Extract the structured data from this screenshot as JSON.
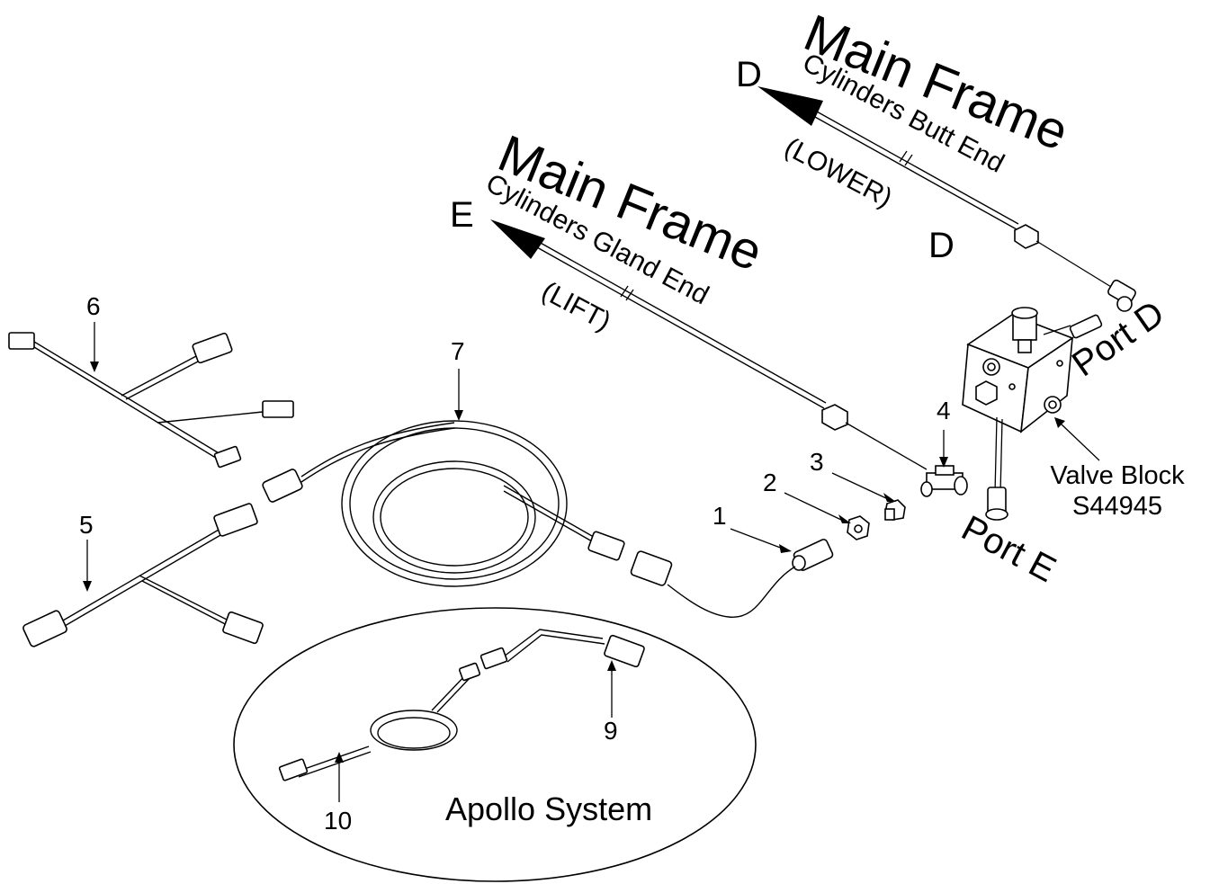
{
  "diagram": {
    "upper_callout": {
      "letter": "D",
      "title": "Main Frame",
      "subtitle": "Cylinders Butt End",
      "function": "(LOWER)",
      "hose_end_letter": "D"
    },
    "lower_callout": {
      "letter": "E",
      "title": "Main Frame",
      "subtitle": "Cylinders Gland End",
      "function": "(LIFT)"
    },
    "ports": {
      "port_d": "Port D",
      "port_e": "Port E"
    },
    "valve_block": {
      "line1": "Valve Block",
      "line2": "S44945"
    },
    "item_numbers": {
      "n1": "1",
      "n2": "2",
      "n3": "3",
      "n4": "4",
      "n5": "5",
      "n6": "6",
      "n7": "7",
      "n9": "9",
      "n10": "10"
    },
    "inset_label": "Apollo System",
    "line_color": "#000000",
    "background": "#ffffff"
  }
}
